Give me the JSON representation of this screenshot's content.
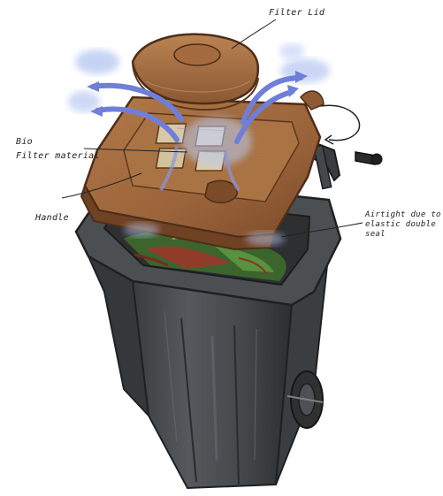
{
  "labels": {
    "filter_lid": "Filter Lid",
    "bio_line1": "Bio",
    "bio_line2": "Filter material",
    "handle": "Handle",
    "seal_line1": "Airtight due to",
    "seal_line2": "elastic double",
    "seal_line3": "seal"
  },
  "colors": {
    "lid_brown": "#a26a3e",
    "lid_dark": "#6b4023",
    "bin_gray": "#4a4d50",
    "bin_dark": "#2b2d2f",
    "airflow_blue": "#6f7fd8",
    "haze_blue": "#b9c9f2",
    "waste_green": "#4e8a3a",
    "waste_red": "#a8322a"
  }
}
